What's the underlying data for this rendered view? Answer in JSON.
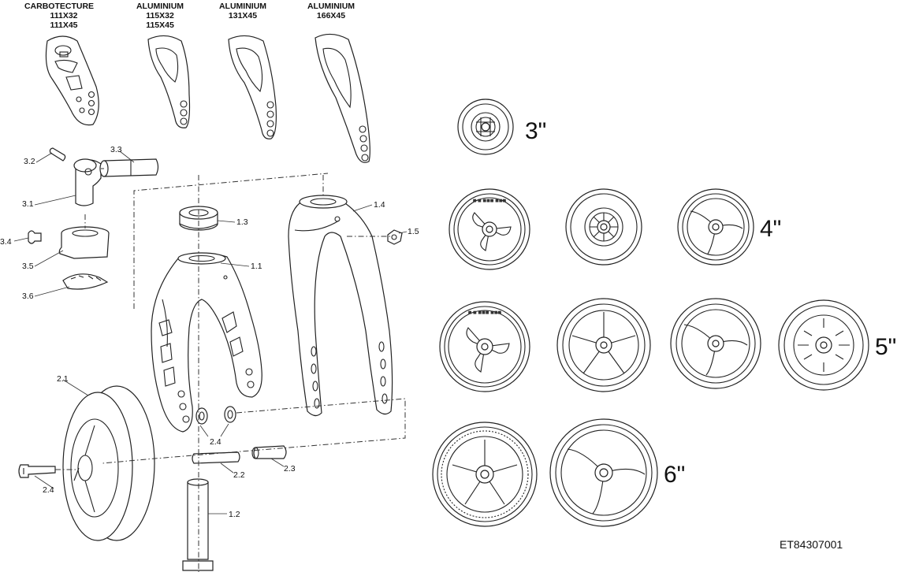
{
  "captions": {
    "carbotecture": {
      "name": "CARBOTECTURE",
      "l1": "111X32",
      "l2": "111X45"
    },
    "alu1": {
      "name": "ALUMINIUM",
      "l1": "115X32",
      "l2": "115X45"
    },
    "alu2": {
      "name": "ALUMINIUM",
      "l1": "131X45"
    },
    "alu3": {
      "name": "ALUMINIUM",
      "l1": "166X45"
    }
  },
  "parts": {
    "p3_2": "3.2",
    "p3_3": "3.3",
    "p3_1": "3.1",
    "p3_4": "3.4",
    "p3_5": "3.5",
    "p3_6": "3.6",
    "p1_3": "1.3",
    "p1_1": "1.1",
    "p1_4": "1.4",
    "p1_5": "1.5",
    "p2_1": "2.1",
    "p2_4a": "2.4",
    "p2_4b": "2.4",
    "p2_2": "2.2",
    "p2_3": "2.3",
    "p1_2": "1.2"
  },
  "sizes": {
    "s3": "3\"",
    "s4": "4\"",
    "s5": "5\"",
    "s6": "6\""
  },
  "reference": "ET84307001",
  "icons": [
    "fork-bracket-icon",
    "caster-wheel-icon",
    "axle-icon",
    "bearing-icon"
  ]
}
